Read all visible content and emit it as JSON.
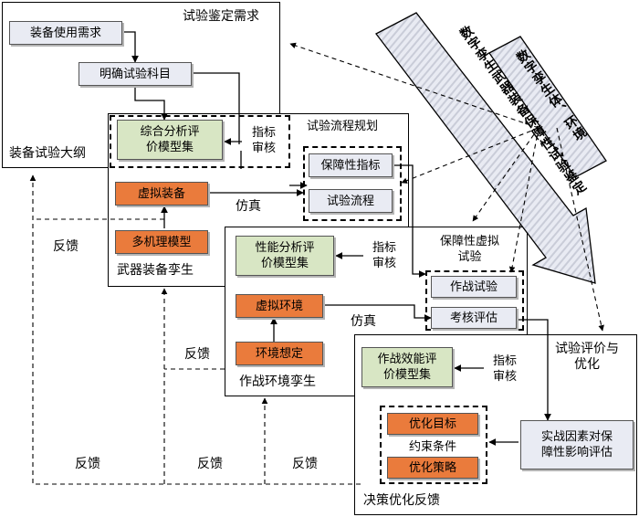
{
  "regions": {
    "requirement_title": "试验鉴定需求",
    "outline_label": "装备试验大纲",
    "test_planning": "试验流程规划",
    "weapon_twin": "武器装备孪生",
    "virtual_test": "保障性虚拟\n试验",
    "env_twin": "作战环境孪生",
    "decision": "决策优化反馈",
    "evaluation": "试验评价与\n优化"
  },
  "nodes": {
    "equipment_req": "装备使用需求",
    "define_subject": "明确试验科目",
    "comp_model": "综合分析评\n价模型集",
    "index_review_1": "指标\n审核",
    "supp_index": "保障性指标",
    "test_flow": "试验流程",
    "virtual_equipment": "虚拟装备",
    "multi_model": "多机理模型",
    "perf_model": "性能分析评\n价模型集",
    "index_review_2": "指标\n审核",
    "combat_test": "作战试验",
    "assess": "考核评估",
    "virtual_env": "虚拟环境",
    "env_scenario": "环境想定",
    "effect_model": "作战效能评\n价模型集",
    "index_review_3": "指标\n审核",
    "opt_goal": "优化目标",
    "constraint": "约束条件",
    "opt_strategy": "优化策略",
    "impact_eval": "实战因素对保\n障性影响评估"
  },
  "labels": {
    "sim_1": "仿真",
    "sim_2": "仿真",
    "feedback_1": "反馈",
    "feedback_2": "反馈",
    "feedback_3": "反馈",
    "feedback_4": "反馈",
    "feedback_5": "反馈"
  },
  "big_arrows": {
    "twin_supp_test": "数字孪生武器装备保障性试验鉴定",
    "twin_env": "数字孪生体、环境"
  },
  "colors": {
    "grey_node": "#e9ebf3",
    "orange_node": "#ea7b3c",
    "green_node": "#d8e6c4",
    "big_arrow_fill": "#e9ebf3"
  }
}
